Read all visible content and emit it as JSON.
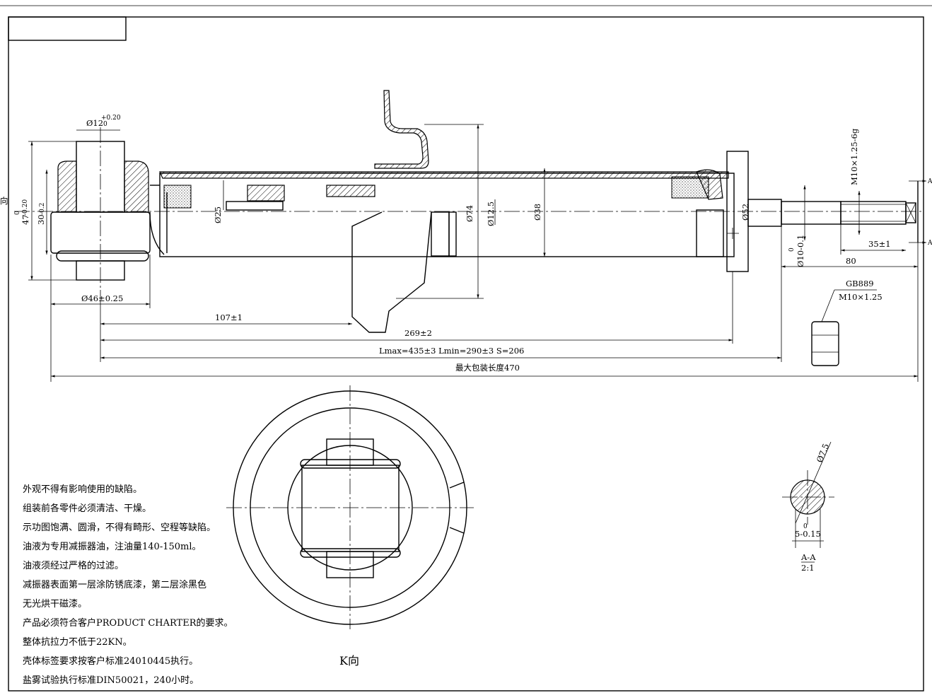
{
  "dimensions": {
    "bushing_hole": "Ø12",
    "bushing_hole_tol_upper": "+0.20",
    "bushing_hole_tol_lower": "0",
    "eye_height": "47",
    "eye_height_tol_upper": "0",
    "eye_height_tol_lower": "-0.20",
    "eye_width": "30",
    "eye_width_tol": "-0.2",
    "eye_diameter": "Ø46±0.25",
    "rod_diameter": "Ø25",
    "spring_seat": "Ø74",
    "tube_diameter": "Ø12.5",
    "outer_diameter": "Ø38",
    "mount_diameter": "Ø52",
    "thread": "M10×1.25-6g",
    "pin_diameter": "Ø10-0.1",
    "pin_diameter_tol": "0",
    "thread_length": "35±1",
    "stem_length": "80",
    "bracket_distance": "107±1",
    "body_length": "269±2",
    "stroke": "Lmax=435±3  Lmin=290±3  S=206",
    "max_pack_length": "最大包装长度470",
    "nut_standard": "GB889",
    "nut_size": "M10×1.25",
    "section_diameter": "Ø7.5",
    "section_flat": "5-0.15",
    "section_flat_tol": "0",
    "section_label": "A-A",
    "section_scale": "2:1",
    "section_marker": "A",
    "left_edge_glyph": "向"
  },
  "view_label": "K向",
  "notes": [
    "外观不得有影响使用的缺陷。",
    "组装前各零件必须清洁、干燥。",
    "示功图饱满、圆滑，不得有畸形、空程等缺陷。",
    "油液为专用减振器油，注油量140-150ml。",
    "油液须经过严格的过滤。",
    "减振器表面第一层涂防锈底漆，第二层涂黑色",
    "无光烘干磁漆。",
    "产品必须符合客户PRODUCT CHARTER的要求。",
    "整体抗拉力不低于22KN。",
    "壳体标签要求按客户标准24010445执行。",
    "盐雾试验执行标准DIN50021，240小时。"
  ]
}
